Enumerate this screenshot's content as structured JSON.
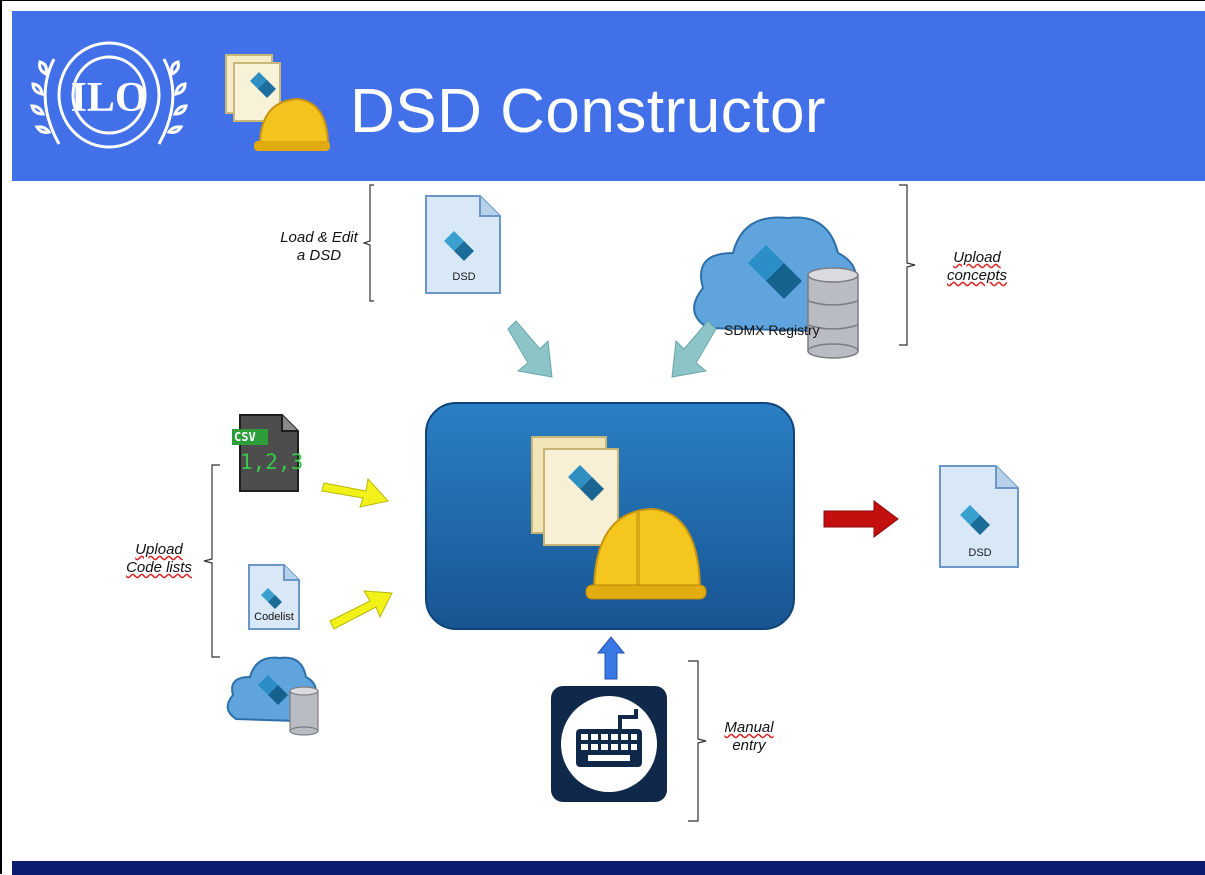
{
  "slide": {
    "title": "DSD Constructor",
    "logo_text": "ILO",
    "labels": {
      "load_edit_line1": "Load & Edit",
      "load_edit_line2": "a DSD",
      "upload_concepts_line1": "Upload",
      "upload_concepts_line2": "concepts",
      "upload_codelists_line1": "Upload",
      "upload_codelists_line2": "Code lists",
      "manual_entry_line1": "Manual",
      "manual_entry_line2": "entry"
    },
    "registry_label": "SDMX Registry",
    "file_icons": {
      "dsd_input": "DSD",
      "dsd_output": "DSD",
      "codelist": "Codelist",
      "csv_tag": "CSV",
      "csv_text": "1,2,3"
    },
    "colors": {
      "header": "#4270e8",
      "footer": "#0d1b6e",
      "center_box": "#1f64a6",
      "arrow_teal": "#8cc4c8",
      "arrow_yellow": "#f2f21a",
      "arrow_red": "#c40f0f",
      "arrow_blue": "#3a78e6"
    }
  }
}
